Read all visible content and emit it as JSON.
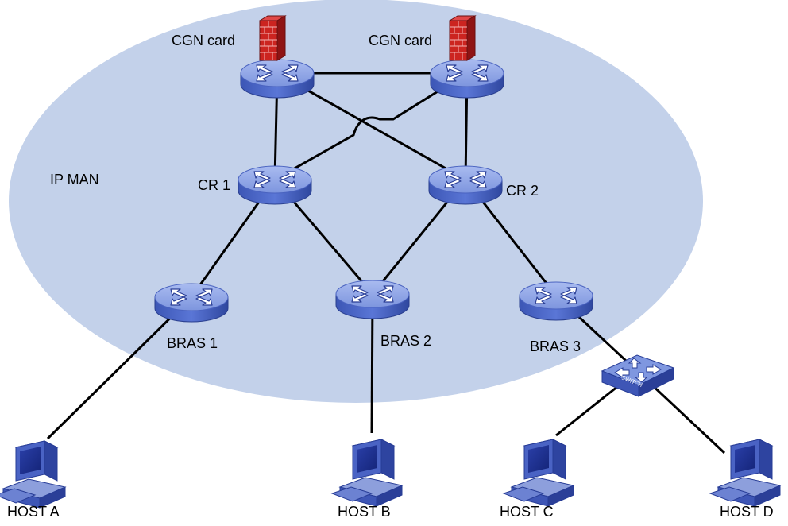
{
  "diagram": {
    "region_label": "IP MAN",
    "colors": {
      "region_fill": "#c3d1ea",
      "device_blue": "#4a66c8",
      "device_top": "#8ea4e6",
      "firewall_red": "#c8201e",
      "link": "#000000"
    },
    "nodes": {
      "cgn1": {
        "label": "CGN card",
        "icon": "router-with-firewall-icon"
      },
      "cgn2": {
        "label": "CGN card",
        "icon": "router-with-firewall-icon"
      },
      "cr1": {
        "label": "CR 1",
        "icon": "router-icon"
      },
      "cr2": {
        "label": "CR 2",
        "icon": "router-icon"
      },
      "bras1": {
        "label": "BRAS 1",
        "icon": "router-icon"
      },
      "bras2": {
        "label": "BRAS 2",
        "icon": "router-icon"
      },
      "bras3": {
        "label": "BRAS 3",
        "icon": "router-icon"
      },
      "switch": {
        "label": "SWITCH",
        "icon": "switch-icon"
      },
      "hostA": {
        "label": "HOST A",
        "icon": "host-computer-icon"
      },
      "hostB": {
        "label": "HOST B",
        "icon": "host-computer-icon"
      },
      "hostC": {
        "label": "HOST C",
        "icon": "host-computer-icon"
      },
      "hostD": {
        "label": "HOST D",
        "icon": "host-computer-icon"
      }
    },
    "links": [
      [
        "cgn1",
        "cgn2"
      ],
      [
        "cgn1",
        "cr1"
      ],
      [
        "cgn1",
        "cr2"
      ],
      [
        "cgn2",
        "cr1"
      ],
      [
        "cgn2",
        "cr2"
      ],
      [
        "cr1",
        "bras1"
      ],
      [
        "cr1",
        "bras2"
      ],
      [
        "cr2",
        "bras2"
      ],
      [
        "cr2",
        "bras3"
      ],
      [
        "bras1",
        "hostA"
      ],
      [
        "bras2",
        "hostB"
      ],
      [
        "bras3",
        "switch"
      ],
      [
        "switch",
        "hostC"
      ],
      [
        "switch",
        "hostD"
      ]
    ]
  }
}
